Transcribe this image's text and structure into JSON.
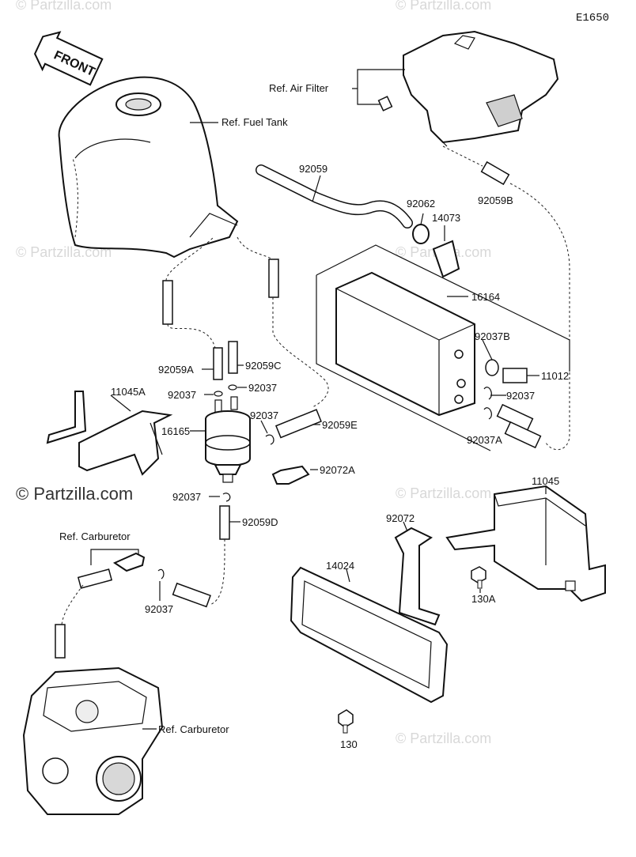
{
  "diagram_code": "E1650",
  "front_arrow_label": "FRONT",
  "watermark": "© Partzilla.com",
  "labels": {
    "ref_air_filter": "Ref. Air Filter",
    "ref_fuel_tank": "Ref. Fuel Tank",
    "p92059": "92059",
    "p92062": "92062",
    "p14073": "14073",
    "p92059B": "92059B",
    "p16164": "16164",
    "p92037B": "92037B",
    "p11012": "11012",
    "p92037_r": "92037",
    "p92037A": "92037A",
    "p92059A": "92059A",
    "p92059C": "92059C",
    "p92037_a": "92037",
    "p92037_b": "92037",
    "p11045A": "11045A",
    "p16165": "16165",
    "p92037_c": "92037",
    "p92059E": "92059E",
    "p92072A": "92072A",
    "p92037_d": "92037",
    "p92059D": "92059D",
    "ref_carburetor_top": "Ref. Carburetor",
    "p92072": "92072",
    "p11045": "11045",
    "p14024": "14024",
    "p130A": "130A",
    "p92037_e": "92037",
    "p130": "130",
    "ref_carburetor_bottom": "Ref. Carburetor"
  }
}
